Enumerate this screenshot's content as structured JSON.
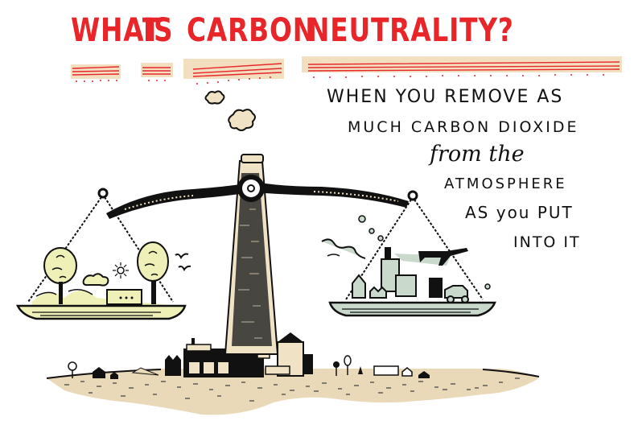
{
  "title": {
    "words": [
      "WHAT",
      "IS",
      "CARBON",
      "NEUTRALITY?"
    ],
    "color": "#e8262a",
    "underline_color": "#f2dfc0"
  },
  "definition": {
    "lines": [
      "WHEN YOU REMOVE AS",
      "MUCH CARBON DIOXIDE",
      "from the",
      "ATMOSPHERE",
      "AS you PUT",
      "INTO IT"
    ]
  },
  "illustration": {
    "description": "Balance scale shaped like a factory smokestack; left pan holds trees, sun, cloud, hills and a small building (nature); right pan holds factory, house, office tower, car, airplane and smoke (emissions). Smoke puffs rise from the stack top. Birds fly to the left of the stack. Stack sits on a small town on a beige ground.",
    "colors": {
      "ink": "#111111",
      "left_pan_fill": "#eef0b8",
      "right_pan_fill": "#c9d9cc",
      "ground_fill": "#e9d9b8",
      "stack_fill": "#f0e2c4"
    }
  }
}
